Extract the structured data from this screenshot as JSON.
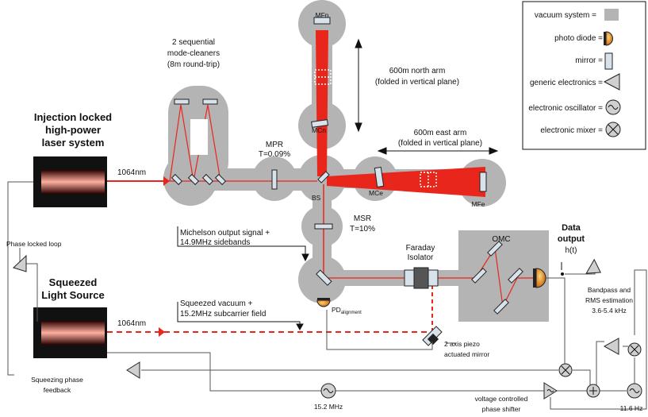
{
  "colors": {
    "vacuum": "#b4b4b4",
    "beam": "#e8261c",
    "wire": "#555555",
    "mirror": "#d8e2ea"
  },
  "legend": {
    "vacuum": "vacuum system =",
    "photodiode": "photo diode =",
    "mirror": "mirror =",
    "electronics": "generic electronics =",
    "oscillator": "electronic oscillator =",
    "mixer": "electronic mixer ="
  },
  "labels": {
    "mfn": "MFn",
    "mcn": "MCn",
    "north_arm_1": "600m north arm",
    "north_arm_2": "(folded in vertical plane)",
    "east_arm_1": "600m east arm",
    "east_arm_2": "(folded in vertical plane)",
    "mc_1": "2 sequential",
    "mc_2": "mode-cleaners",
    "mc_3": "(8m round-trip)",
    "mpr_1": "MPR",
    "mpr_2": "T=0.09%",
    "inj_1": "Injection locked",
    "inj_2": "high-power",
    "inj_3": "laser system",
    "wavelength_1": "1064nm",
    "wavelength_2": "1064nm",
    "bs": "BS",
    "mce": "MCe",
    "mfe": "MFe",
    "msr_1": "MSR",
    "msr_2": "T=10%",
    "mich_1": "Michelson output signal +",
    "mich_2": "14.9MHz sidebands",
    "pll": "Phase locked loop",
    "sq_1": "Squeezed",
    "sq_2": "Light Source",
    "sqvac_1": "Squeezed vacuum +",
    "sqvac_2": "15.2MHz subcarrier field",
    "pd_main": "PD",
    "pd_sub": "alignment",
    "faraday_1": "Faraday",
    "faraday_2": "Isolator",
    "omc": "OMC",
    "data_1": "Data",
    "data_2": "output",
    "data_3": "h(t)",
    "bandpass_1": "Bandpass and",
    "bandpass_2": "RMS estimation",
    "bandpass_3": "3.6-5.4 kHz",
    "piezo_1": "2 axis piezo",
    "piezo_2": "actuated mirror",
    "sqfb_1": "Squeezing phase",
    "sqfb_2": "feedback",
    "osc152": "15.2 MHz",
    "vcps_1": "voltage controlled",
    "vcps_2": "phase shifter",
    "osc116": "11.6 Hz"
  }
}
